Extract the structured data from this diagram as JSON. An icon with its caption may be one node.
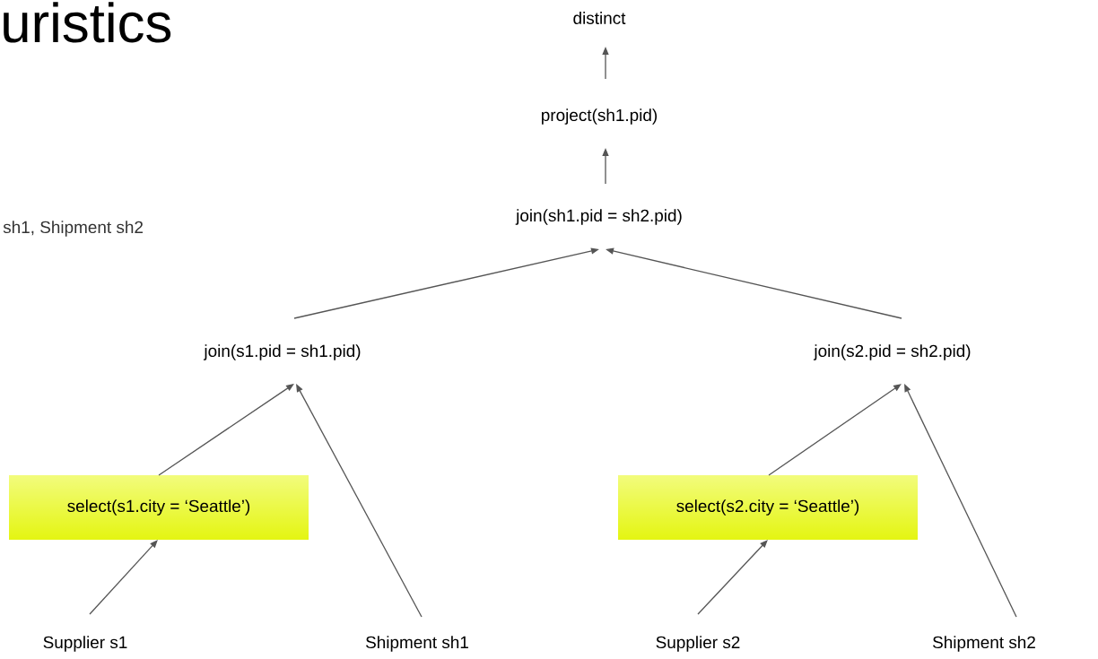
{
  "diagram": {
    "title": "uristics",
    "nodes": [
      {
        "text": [
          "distinct"
        ]
      },
      {
        "text": [
          "project(sh1.pid)"
        ]
      },
      {
        "text": [
          "join(sh1.pid = sh2.pid)"
        ]
      },
      {
        "text": [
          "join(s1.pid = sh1.pid)"
        ]
      },
      {
        "text": [
          "join(s2.pid = sh2.pid)"
        ]
      },
      {
        "text": [
          "select(s1.city = ‘Seattle’)"
        ]
      },
      {
        "text": [
          "select(s2.city = ‘Seattle’)"
        ]
      },
      {
        "text": [
          "Supplier s1"
        ]
      },
      {
        "text": [
          "Shipment sh1"
        ]
      },
      {
        "text": [
          "Supplier s2"
        ]
      },
      {
        "text": [
          "Shipment sh2"
        ]
      }
    ],
    "edges": [
      {
        "from": 1,
        "to": 0,
        "arrow": "to"
      },
      {
        "from": 2,
        "to": 1,
        "arrow": "to"
      },
      {
        "from": 3,
        "to": 2,
        "arrow": "to"
      },
      {
        "from": 4,
        "to": 2,
        "arrow": "to"
      },
      {
        "from": 5,
        "to": 3,
        "arrow": "to"
      },
      {
        "from": 8,
        "to": 3,
        "arrow": "to"
      },
      {
        "from": 6,
        "to": 4,
        "arrow": "to"
      },
      {
        "from": 10,
        "to": 4,
        "arrow": "to"
      },
      {
        "from": 7,
        "to": 5,
        "arrow": "to"
      },
      {
        "from": 9,
        "to": 6,
        "arrow": "to"
      }
    ],
    "labels": [
      "sh1, Shipment sh2"
    ]
  }
}
